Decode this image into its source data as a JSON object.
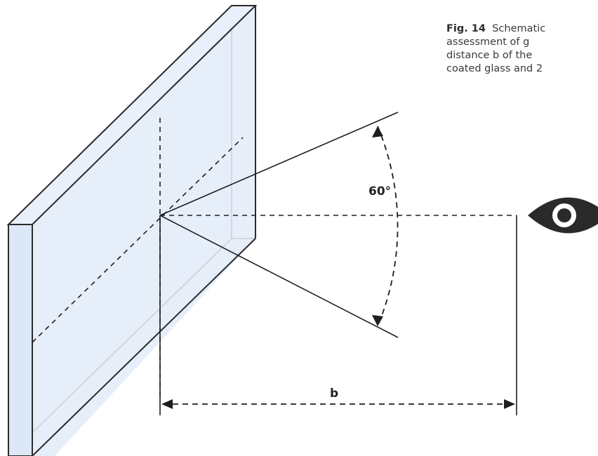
{
  "caption": {
    "figure_label": "Fig. 14",
    "lines": [
      "Schematic",
      "assessment  of  g",
      "distance  b  of  the",
      "coated glass and 2"
    ]
  },
  "labels": {
    "angle": "60°",
    "distance": "b"
  },
  "icons": {
    "eye": "eye-icon"
  },
  "colors": {
    "glass_fill": "#e8f0fb",
    "glass_edge": "#2b2b2b",
    "line": "#1e1e1e",
    "eye": "#2a2a2a"
  }
}
